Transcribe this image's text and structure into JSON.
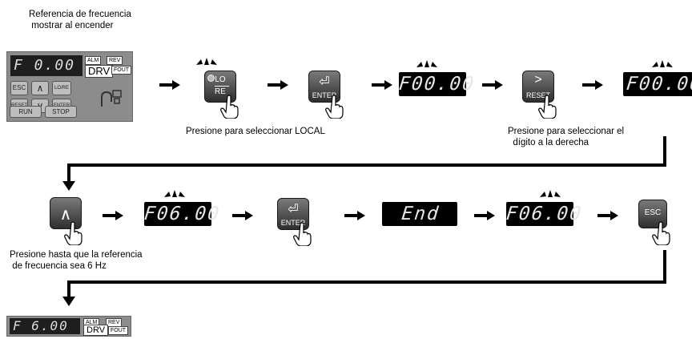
{
  "intro": {
    "line1": "Referencia de frecuencia",
    "line2": " mostrar al encender"
  },
  "panel": {
    "display": "F  0.00",
    "alm": "ALM",
    "rev": "REV",
    "drv": "DRV",
    "fout": "FOUT",
    "keys": {
      "esc": "ESC",
      "up": "∧",
      "lore": "LO/RE",
      "reset": "RESET",
      "down": "∨",
      "enter": "ENTER",
      "run": "RUN",
      "stop": "STOP"
    }
  },
  "steps": {
    "lo_re_button": {
      "top": "LO",
      "bottom": "RE"
    },
    "enter_label": "ENTER",
    "reset_label": "RESET",
    "esc_label": "ESC",
    "display_1": "F00.00",
    "display_2": "F00.00",
    "display_3": "F06.00",
    "display_end": "End",
    "display_4": "F06.00"
  },
  "captions": {
    "local": "Presione para seleccionar LOCAL",
    "right1": "Presione para seleccionar el",
    "right2": "  dígito a la derecha",
    "up1": "Presione hasta que la referencia",
    "up2": " de frecuencia sea 6 Hz"
  },
  "final": {
    "display": "F  6.00",
    "alm": "ALM",
    "rev": "REV",
    "drv": "DRV",
    "fout": "FOUT"
  }
}
